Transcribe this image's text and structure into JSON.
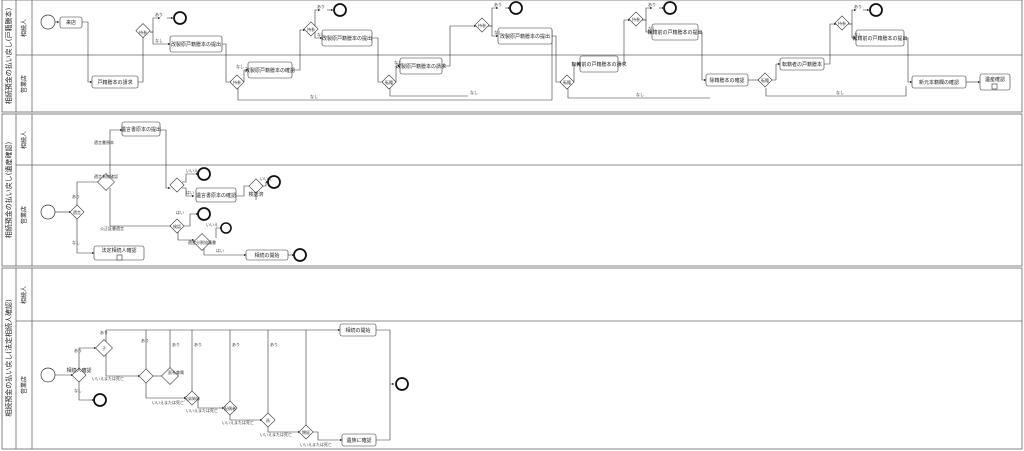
{
  "pools": [
    {
      "label": "相続預金の払い戻し(戸籍謄本)",
      "lanes": [
        "相続人",
        "営業店"
      ]
    },
    {
      "label": "相続預金の払い戻し(遺産確認)",
      "lanes": [
        "相続人",
        "営業店"
      ]
    },
    {
      "label": "相続預金の払い戻し(法定相続人確認)",
      "lanes": [
        "相続人",
        "営業店"
      ]
    }
  ],
  "p1": {
    "tasks": [
      "来店",
      "戸籍謄本の請求",
      "改製原戸籍謄本の提出",
      "改製原戸籍謄本の確認",
      "改製原戸籍謄本の提出",
      "改製原戸籍謄本の請求",
      "改製原戸籍謄本の提出",
      "転籍前の戸籍謄本の請求",
      "転籍前の戸籍謄本の提出",
      "除籍謄本の確認",
      "転籍者の戸籍謄本",
      "転籍前の戸籍謄本の提出",
      "新元本籍欄の確認",
      "遺産確認"
    ],
    "gateways": [
      "持参",
      "持参",
      "持参",
      "持参",
      "持参",
      "持参",
      "転籍",
      "転籍",
      "転籍"
    ],
    "labels": [
      "あり",
      "なし",
      "あり",
      "なし",
      "あり",
      "なし",
      "あり",
      "なし",
      "あり",
      "なし",
      "なし",
      "なし",
      "なし",
      "なし",
      "なし",
      "なし"
    ]
  },
  "p2": {
    "tasks": [
      "遺言書原本の提出",
      "遺言書原本の確認",
      "検認済",
      "法定相続人確認",
      "相続の開始"
    ],
    "gateways": [
      "遺言",
      "遺言有無確認",
      "検認",
      "遺産分割協議書"
    ],
    "labels": [
      "遺言書原本",
      "公正証書遺言",
      "あり",
      "なし",
      "いいえ",
      "はい",
      "いいえ",
      "はい",
      "いいえ",
      "はい"
    ]
  },
  "p3": {
    "tasks": [
      "相続の開始",
      "遺族に確認",
      "相続人確認"
    ],
    "gateways": [
      "子",
      "直系尊属",
      "兄弟姉妹",
      "配偶者",
      "孫",
      "甥姪"
    ],
    "labels": [
      "あり",
      "なし",
      "あり",
      "あり",
      "あり",
      "あり",
      "あり",
      "あり",
      "いいえまたは死亡",
      "いいえまたは死亡",
      "いいえまたは死亡",
      "いいえまたは死亡",
      "いいえまたは死亡",
      "いいえまたは死亡"
    ]
  }
}
